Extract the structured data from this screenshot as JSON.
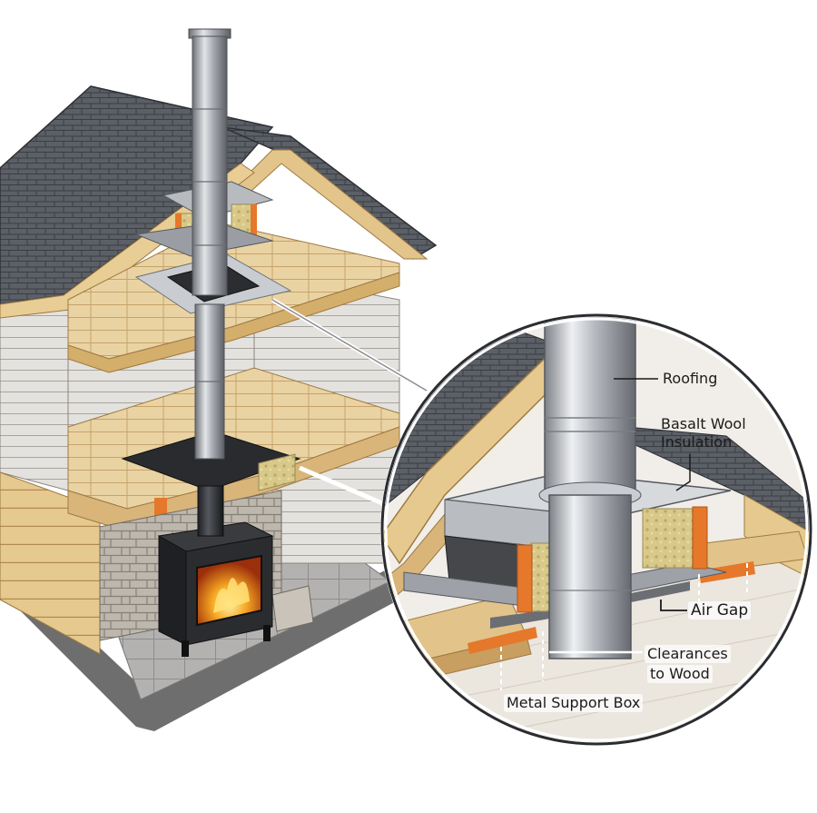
{
  "labels": {
    "roofing": "Roofing",
    "basalt_line1": "Basalt Wool",
    "basalt_line2": "Insulation",
    "air_gap": "Air Gap",
    "clearances_line1": "Clearances",
    "clearances_line2": "to Wood",
    "metal_support_box": "Metal Support Box"
  },
  "colors": {
    "shingle": "#5b5f66",
    "wood": "#e6c98e",
    "siding": "#e4e2de",
    "stone": "#b9b3aa",
    "steel": "#a9adb2",
    "insulation_orange": "#e5782a",
    "basalt_wool": "#d8c98a",
    "fire": "#f2a21e"
  },
  "icons": [
    "house-cutaway",
    "chimney-pipe",
    "wood-stove",
    "detail-magnifier"
  ]
}
